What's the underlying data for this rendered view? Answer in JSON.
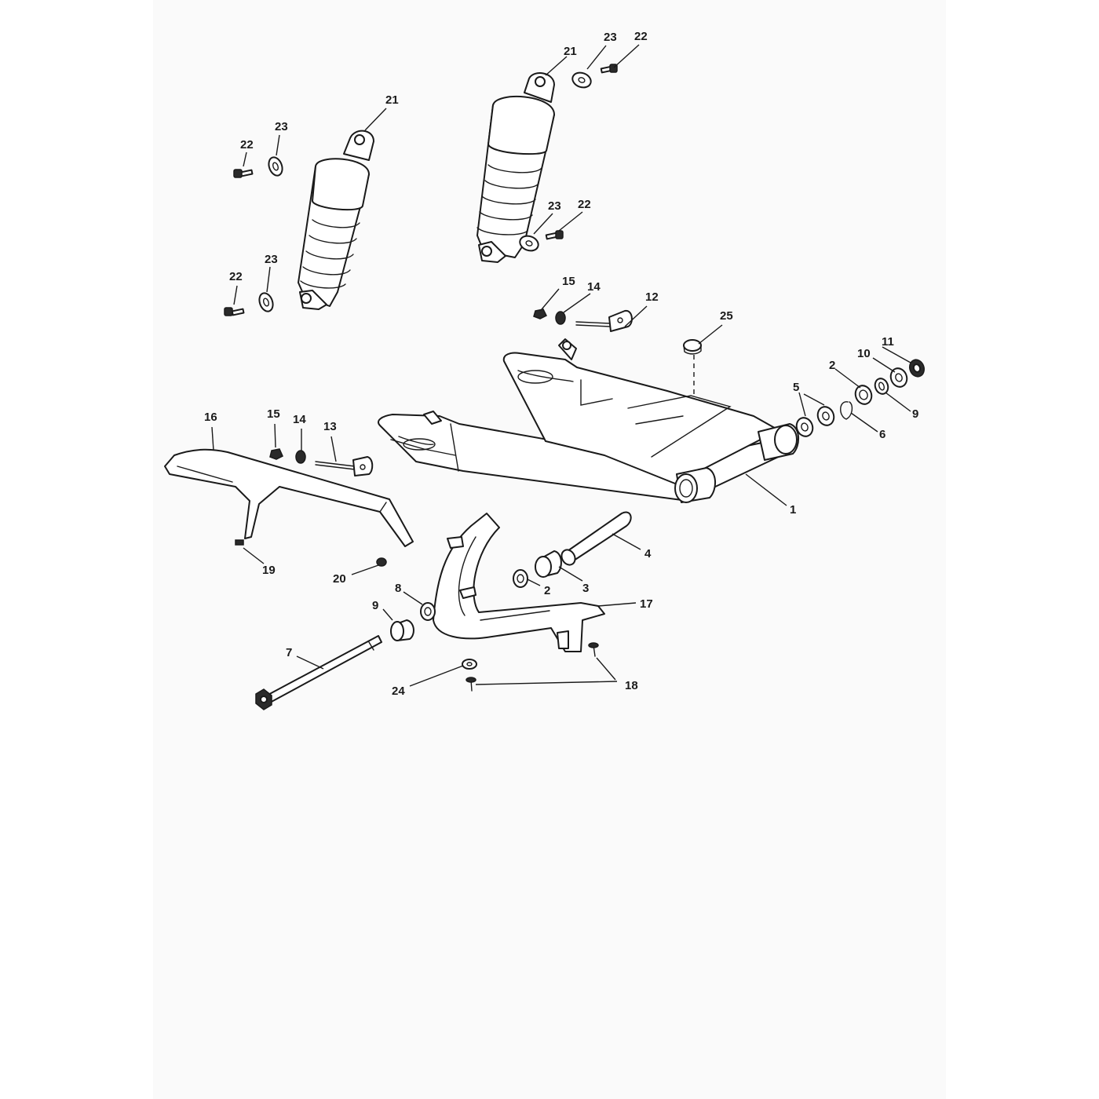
{
  "diagram": {
    "labels": {
      "l1": "1",
      "l2a": "2",
      "l2b": "2",
      "l3": "3",
      "l4": "4",
      "l5": "5",
      "l6": "6",
      "l7": "7",
      "l8": "8",
      "l9a": "9",
      "l9b": "9",
      "l10": "10",
      "l11": "11",
      "l12": "12",
      "l13": "13",
      "l14a": "14",
      "l14b": "14",
      "l15a": "15",
      "l15b": "15",
      "l16": "16",
      "l17": "17",
      "l18": "18",
      "l19": "19",
      "l20": "20",
      "l21a": "21",
      "l21b": "21",
      "l22a": "22",
      "l22b": "22",
      "l22c": "22",
      "l22d": "22",
      "l23a": "23",
      "l23b": "23",
      "l23c": "23",
      "l23d": "23",
      "l24": "24",
      "l25": "25"
    }
  }
}
